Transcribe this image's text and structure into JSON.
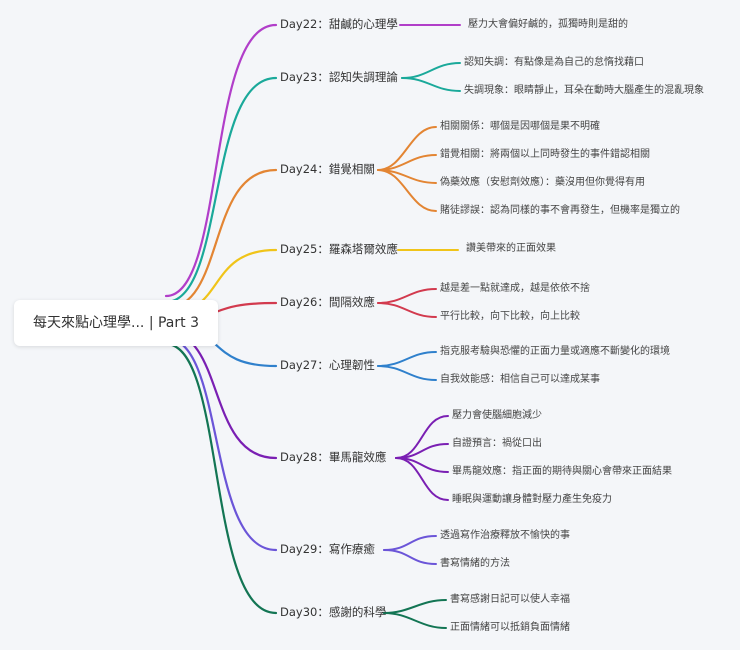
{
  "root": {
    "title": "每天來點心理學... | Part 3"
  },
  "branches": [
    {
      "label": "Day22：甜鹹的心理學",
      "color": "#b13ec9",
      "leaves": [
        "壓力大會偏好鹹的，孤獨時則是甜的"
      ]
    },
    {
      "label": "Day23：認知失調理論",
      "color": "#1aa99a",
      "leaves": [
        "認知失調：有點像是為自己的怠惰找藉口",
        "失調現象：眼睛靜止，耳朵在動時大腦產生的混亂現象"
      ]
    },
    {
      "label": "Day24：錯覺相關",
      "color": "#e38533",
      "leaves": [
        "相關關係：哪個是因哪個是果不明確",
        "錯覺相關：將兩個以上同時發生的事件錯認相關",
        "偽藥效應（安慰劑效應）：藥沒用但你覺得有用",
        "賭徒謬誤：認為同樣的事不會再發生，但機率是獨立的"
      ]
    },
    {
      "label": "Day25：羅森塔爾效應",
      "color": "#f0c419",
      "leaves": [
        "讚美帶來的正面效果"
      ]
    },
    {
      "label": "Day26：間隔效應",
      "color": "#d23a4e",
      "leaves": [
        "越是差一點就達成，越是依依不捨",
        "平行比較，向下比較，向上比較"
      ]
    },
    {
      "label": "Day27：心理韌性",
      "color": "#2f80cc",
      "leaves": [
        "指克服考驗與恐懼的正面力量或適應不斷變化的環境",
        "自我效能感：相信自己可以達成某事"
      ]
    },
    {
      "label": "Day28：畢馬龍效應",
      "color": "#7a1fb3",
      "leaves": [
        "壓力會使腦細胞減少",
        "自證預言：禍從口出",
        "畢馬龍效應：指正面的期待與關心會帶來正面結果",
        "睡眠與運動讓身體對壓力產生免疫力"
      ]
    },
    {
      "label": "Day29：寫作療癒",
      "color": "#6b55d8",
      "leaves": [
        "透過寫作治療釋放不愉快的事",
        "書寫情緒的方法"
      ]
    },
    {
      "label": "Day30：感謝的科學",
      "color": "#137554",
      "leaves": [
        "書寫感謝日記可以使人幸福",
        "正面情緒可以抵銷負面情緒"
      ]
    }
  ]
}
